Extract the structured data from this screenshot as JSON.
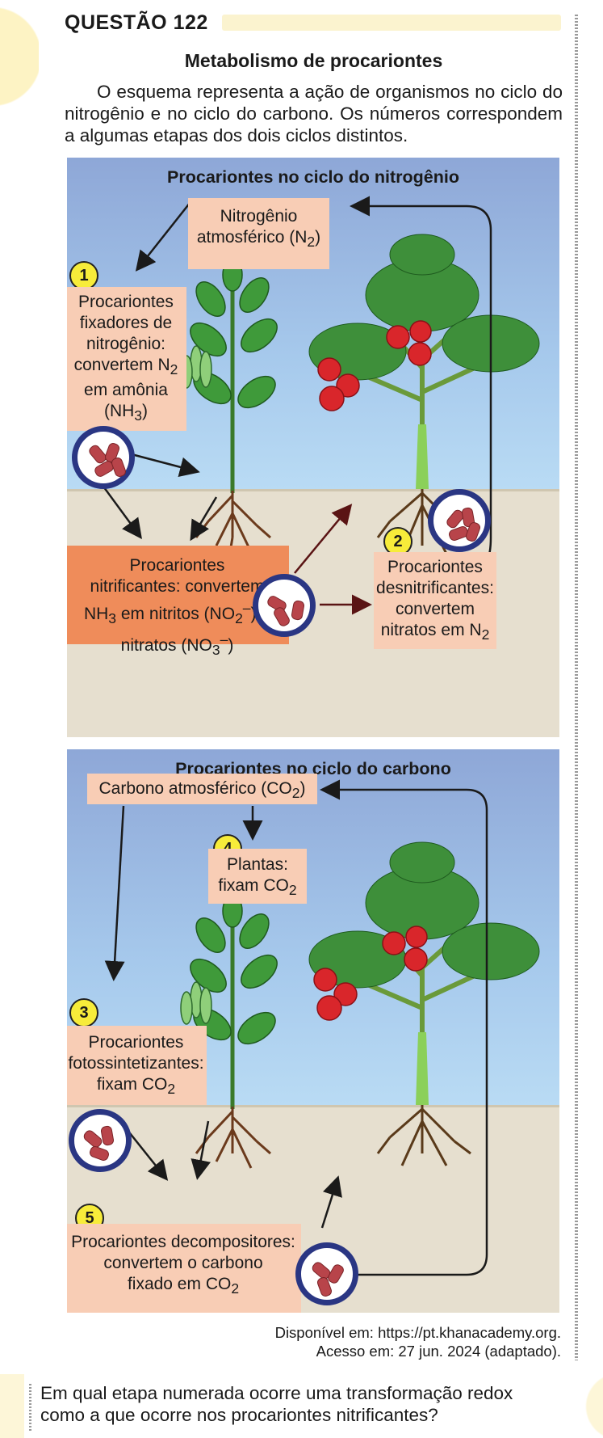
{
  "header": {
    "question_number": "QUESTÃO 122",
    "subtitle": "Metabolismo de procariontes",
    "intro": "O esquema representa a ação de organismos no ciclo do nitrogênio e no ciclo do carbono. Os números correspondem a algumas etapas dos dois ciclos distintos."
  },
  "nitrogen_figure": {
    "title": "Procariontes no ciclo do nitrogênio",
    "atmospheric": {
      "line1": "Nitrogênio",
      "line2": "atmosférico (N",
      "sub": "2",
      "tail": ")"
    },
    "step1": {
      "number": "1",
      "l1": "Procariontes",
      "l2": "fixadores de",
      "l3": "nitrogênio:",
      "l4": "convertem N",
      "l4_sub": "2",
      "l5": "em amônia",
      "l6": "(NH",
      "l6_sub": "3",
      "l6_tail": ")"
    },
    "nitrifying": {
      "l1": "Procariontes",
      "l2": "nitrificantes: convertem",
      "l3_a": "NH",
      "l3_sub": "3",
      "l3_b": " em nitritos (NO",
      "l3_sub2": "2",
      "l3_sup": "–",
      "l3_c": ") e",
      "l4_a": "nitratos (NO",
      "l4_sub": "3",
      "l4_sup": "–",
      "l4_c": ")"
    },
    "step2": {
      "number": "2",
      "l1": "Procariontes",
      "l2": "desnitrificantes:",
      "l3": "convertem",
      "l4": "nitratos em N",
      "l4_sub": "2"
    }
  },
  "carbon_figure": {
    "title": "Procariontes no ciclo do carbono",
    "atmospheric": {
      "text": "Carbono atmosférico (CO",
      "sub": "2",
      "tail": ")"
    },
    "step4": {
      "number": "4",
      "l1": "Plantas:",
      "l2": "fixam CO",
      "l2_sub": "2"
    },
    "step3": {
      "number": "3",
      "l1": "Procariontes",
      "l2": "fotossintetizantes:",
      "l3": "fixam CO",
      "l3_sub": "2"
    },
    "step5": {
      "number": "5",
      "l1": "Procariontes decompositores:",
      "l2": "convertem o carbono",
      "l3": "fixado em CO",
      "l3_sub": "2"
    }
  },
  "source": {
    "line1": "Disponível em: https://pt.khanacademy.org.",
    "line2": "Acesso em: 27 jun. 2024 (adaptado)."
  },
  "question": "Em qual etapa numerada ocorre uma transformação redox como a que ocorre nos procariontes nitrificantes?",
  "colors": {
    "sky": "#8ea7d7",
    "soil": "#e6dfcf",
    "label_box": "#f8cdb5",
    "label_box_strong": "#ef8c5a",
    "microbe_ring": "#2a3683",
    "step_marker": "#f7ec3a",
    "tomato": "#d9262b",
    "leaf": "#3f9a3a",
    "root": "#6b3a1c"
  },
  "icons": [
    "bacteria-cell-icon",
    "plant-icon",
    "tomato-plant-icon",
    "roots-icon",
    "arrow-icon"
  ]
}
